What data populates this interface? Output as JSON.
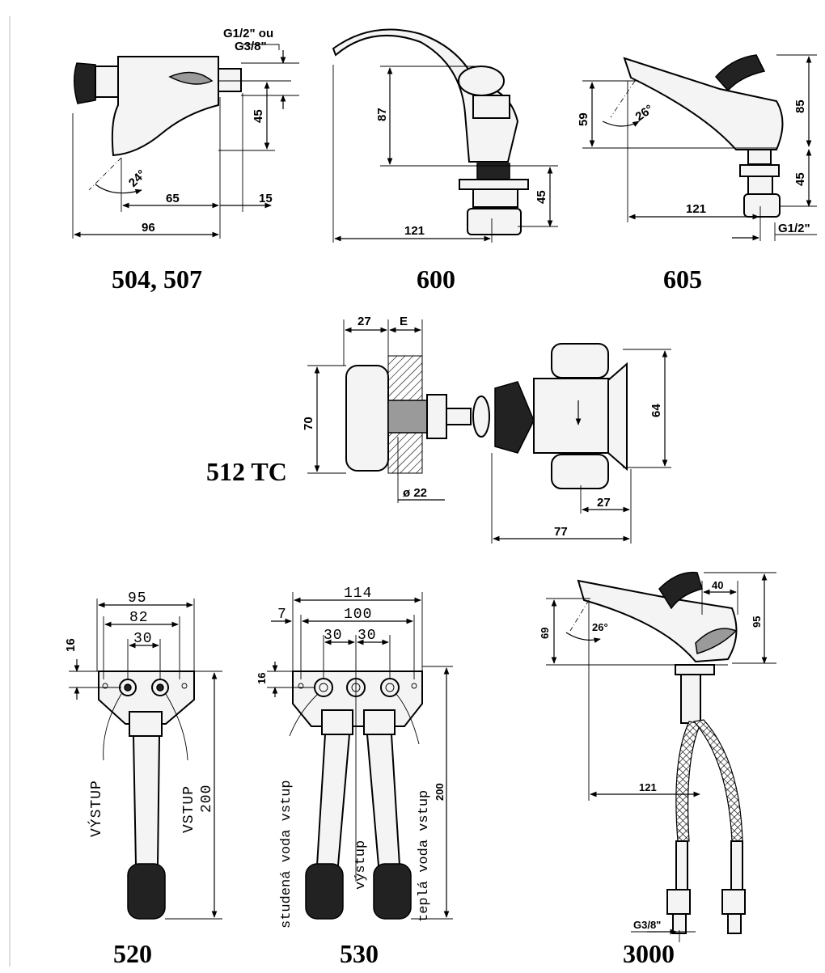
{
  "models": {
    "m504": "504, 507",
    "m600": "600",
    "m605": "605",
    "m512": "512 TC",
    "m520": "520",
    "m530": "530",
    "m3000": "3000"
  },
  "dims_504": {
    "thread": "G1/2\" ou",
    "thread2": "G3/8\"",
    "h45": "45",
    "angle": "24°",
    "w65": "65",
    "w15": "15",
    "w96": "96"
  },
  "dims_600": {
    "h87": "87",
    "h45": "45",
    "w121": "121"
  },
  "dims_605": {
    "h59": "59",
    "angle": "26°",
    "h85": "85",
    "h45": "45",
    "w121": "121",
    "thread": "G1/2\""
  },
  "dims_512": {
    "w27": "27",
    "e": "E",
    "h70": "70",
    "d22": "ø 22",
    "h64": "64",
    "w27b": "27",
    "w77": "77"
  },
  "dims_520": {
    "w95": "95",
    "w82": "82",
    "w30": "30",
    "h16": "16",
    "h200": "200",
    "label_out": "VÝSTUP",
    "label_in": "VSTUP"
  },
  "dims_530": {
    "w114": "114",
    "w100": "100",
    "w7": "7",
    "w30a": "30",
    "w30b": "30",
    "h16": "16",
    "h200": "200",
    "label_cold": "studená voda vstup",
    "label_out": "výstup",
    "label_hot": "teplá voda vstup"
  },
  "dims_3000": {
    "w40": "40",
    "h95": "95",
    "h69": "69",
    "angle": "26°",
    "w121": "121",
    "thread": "G3/8\""
  }
}
